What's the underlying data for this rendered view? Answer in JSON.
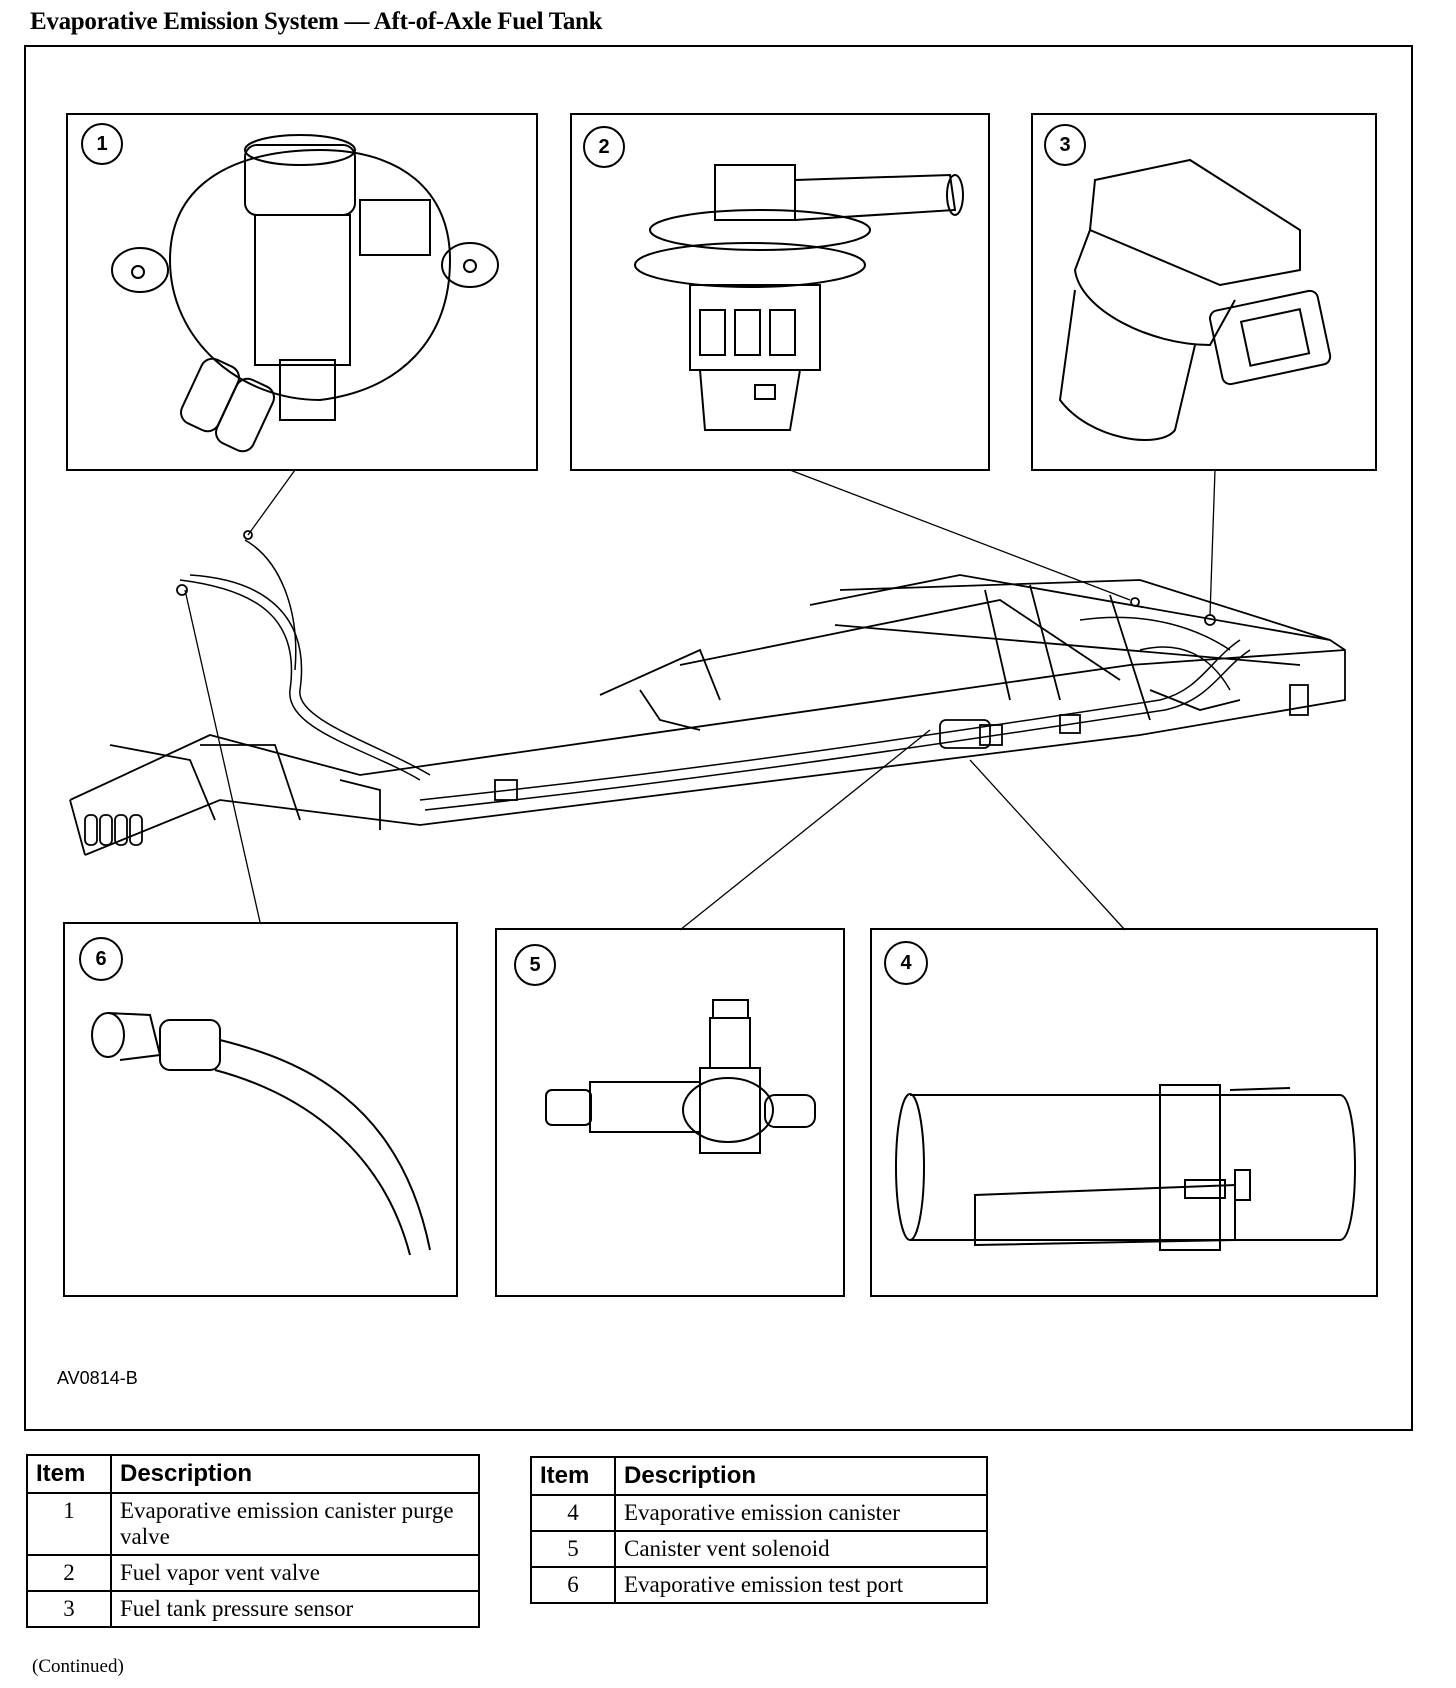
{
  "page": {
    "title": "Evaporative Emission System — Aft-of-Axle Fuel Tank",
    "figure_code": "AV0814-B",
    "continued": "(Continued)"
  },
  "callouts": [
    "1",
    "2",
    "3",
    "4",
    "5",
    "6"
  ],
  "legend": {
    "header_item": "Item",
    "header_description": "Description",
    "left_rows": [
      {
        "item": "1",
        "description": "Evaporative emission canister purge valve"
      },
      {
        "item": "2",
        "description": "Fuel vapor vent valve"
      },
      {
        "item": "3",
        "description": "Fuel tank pressure sensor"
      }
    ],
    "right_rows": [
      {
        "item": "4",
        "description": "Evaporative emission canister"
      },
      {
        "item": "5",
        "description": "Canister vent solenoid"
      },
      {
        "item": "6",
        "description": "Evaporative emission test port"
      }
    ]
  },
  "colors": {
    "line": "#000000",
    "background": "#ffffff"
  }
}
